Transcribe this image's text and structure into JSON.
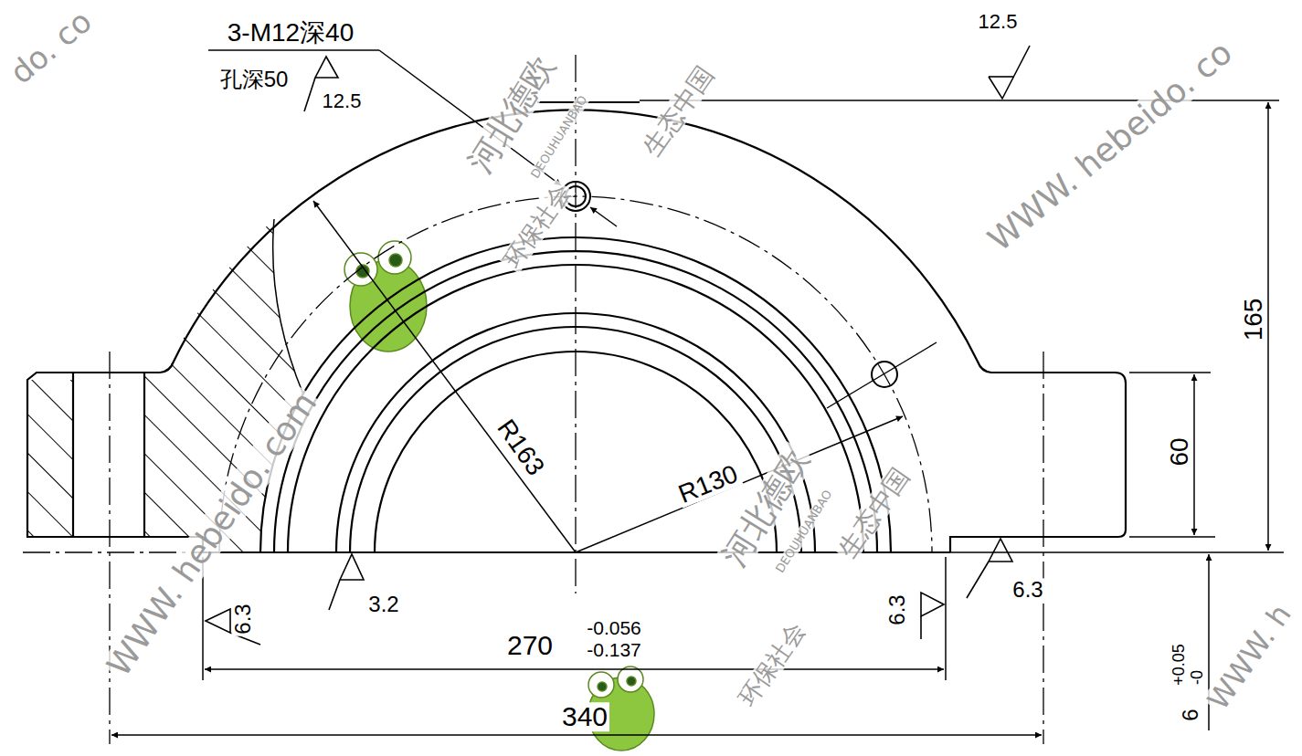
{
  "diagram": {
    "labels": [
      "do. co",
      "3-M12深40",
      "孔深50",
      "12.5",
      "河北德欧",
      "DEOUHUANBAO",
      "生态中国",
      "12.5",
      "WWW. hebeido. co",
      "环保社会",
      "165",
      "R163",
      "R130",
      "河北德欧",
      "DEOUHUANBAO",
      "生态中国",
      "60",
      "WWW. hebeido. com",
      "3.2",
      "6.3",
      "6.3",
      "270",
      "-0.056",
      "-0.137",
      "环保社会",
      "6.3",
      "6",
      "+0.05",
      "-0",
      "WWW. h",
      "340"
    ]
  }
}
